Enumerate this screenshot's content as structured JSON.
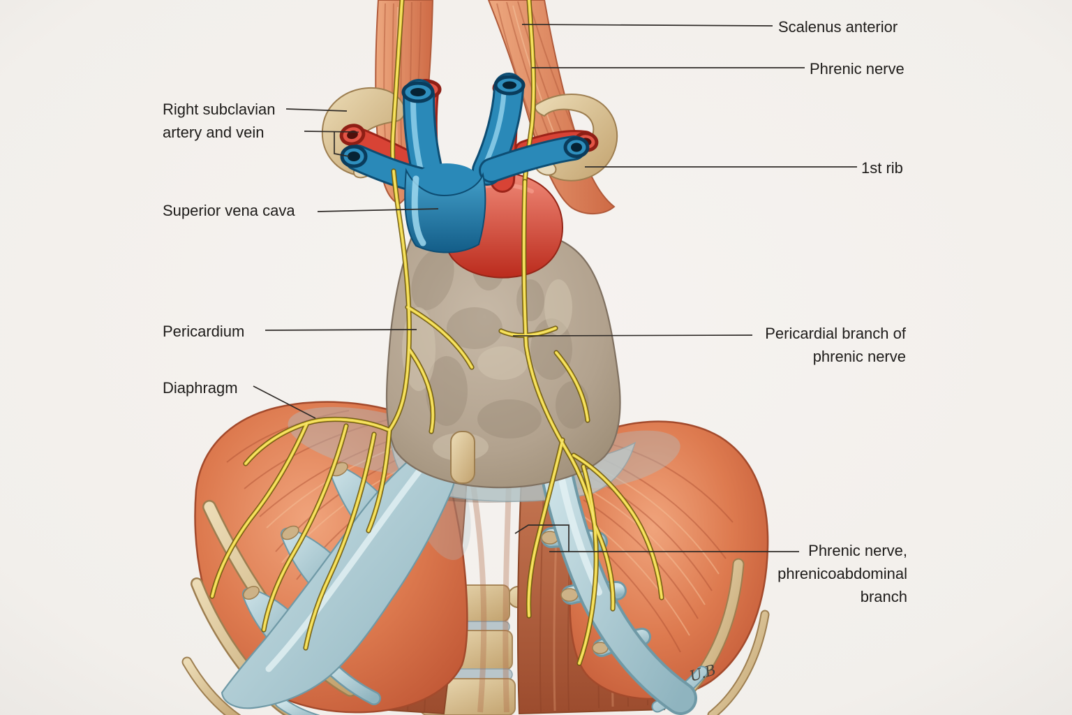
{
  "figure": {
    "title": "Phrenic nerve and diaphragm anatomical illustration",
    "background_color": "#f3f0ec",
    "signature": "U.B",
    "labels": {
      "scalenus_anterior": {
        "lines": [
          "Scalenus anterior"
        ]
      },
      "phrenic_nerve": {
        "lines": [
          "Phrenic nerve"
        ]
      },
      "right_subclavian": {
        "lines": [
          "Right subclavian",
          "artery and vein"
        ]
      },
      "first_rib": {
        "lines": [
          "1st rib"
        ]
      },
      "superior_vena_cava": {
        "lines": [
          "Superior vena cava"
        ]
      },
      "pericardium": {
        "lines": [
          "Pericardium"
        ]
      },
      "pericardial_branch": {
        "lines": [
          "Pericardial branch of",
          "phrenic nerve"
        ]
      },
      "diaphragm": {
        "lines": [
          "Diaphragm"
        ]
      },
      "phrenicoabdominal": {
        "lines": [
          "Phrenic nerve,",
          "phrenicoabdominal",
          "branch"
        ]
      }
    },
    "colors": {
      "muscle": "#d97a52",
      "crus_muscle": "#a55234",
      "vein_blue": "#2a89b8",
      "artery_red": "#d84335",
      "nerve_yellow": "#ecd23f",
      "bone_tan": "#d9c193",
      "pericardium_gray": "#b6a695",
      "cartilage_blue": "#a9c6ce",
      "label_text": "#1d1b19",
      "leader_line": "#2f2b28"
    }
  }
}
